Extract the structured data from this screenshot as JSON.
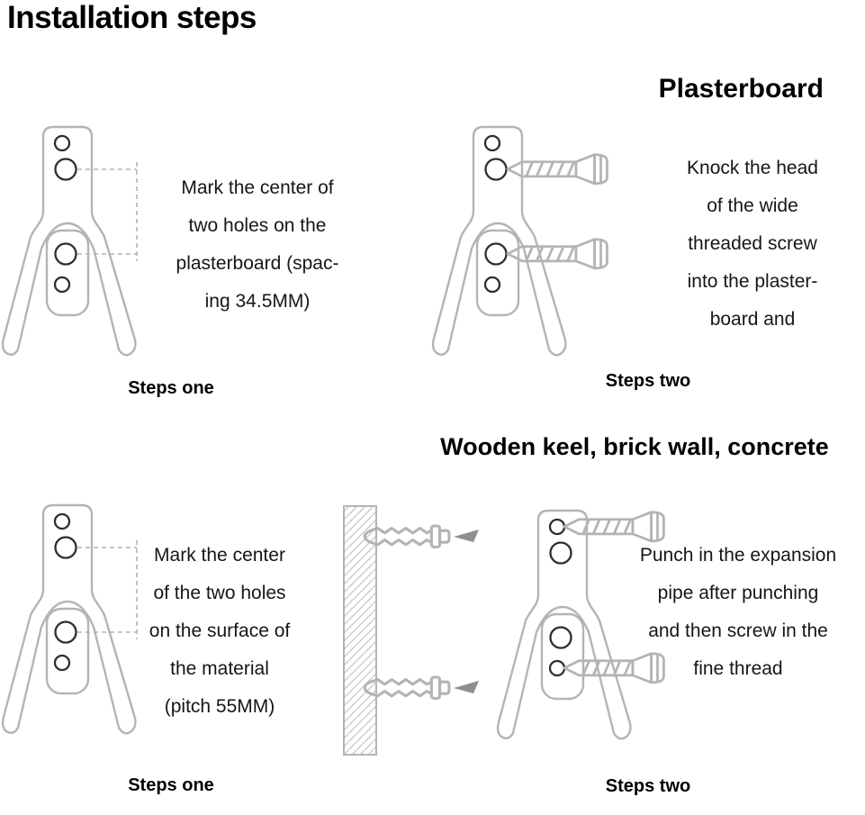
{
  "title": "Installation steps",
  "colors": {
    "heading": "#000000",
    "text": "#161616",
    "line_art": "#b4b4b4",
    "hole": "#2e2e2e",
    "arrow": "#8f8f8f",
    "bg": "#ffffff"
  },
  "sections": [
    {
      "heading": "Plasterboard",
      "steps": [
        {
          "caption": "Steps one",
          "lines": [
            "Mark the center of",
            "two holes on the",
            "plasterboard (spac-",
            "ing 34.5MM)"
          ]
        },
        {
          "caption": "Steps two",
          "lines": [
            "Knock the head",
            "of the wide",
            "threaded screw",
            "into the plaster-",
            "board and"
          ]
        }
      ]
    },
    {
      "heading": "Wooden keel, brick wall, concrete",
      "steps": [
        {
          "caption": "Steps one",
          "lines": [
            "Mark the center",
            "of the two holes",
            "on the surface of",
            "the material",
            "(pitch 55MM)"
          ]
        },
        {
          "caption": "Steps two",
          "lines": [
            "Punch in the expansion",
            "pipe after punching",
            "and then screw in the",
            "fine thread"
          ]
        }
      ]
    }
  ],
  "figures": {
    "hook": "wall-hook-bracket-icon",
    "screw": "screw-icon",
    "anchor": "expansion-anchor-icon",
    "wall": "hatched-wall-section"
  }
}
